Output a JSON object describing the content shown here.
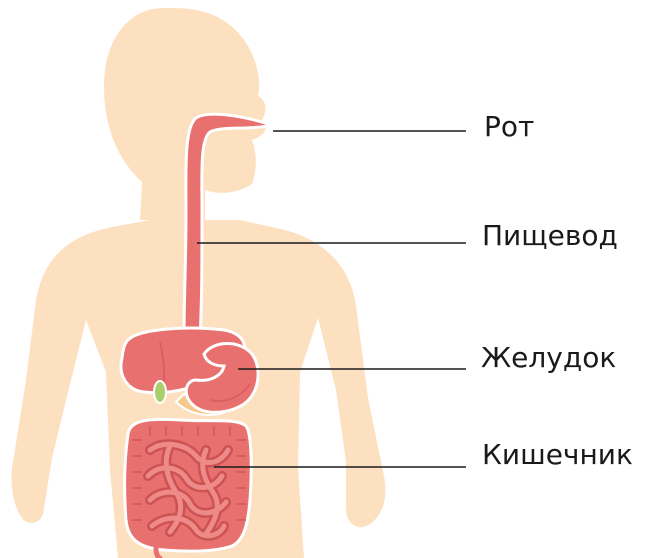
{
  "labels": {
    "mouth": "Рот",
    "esophagus": "Пищевод",
    "stomach": "Желудок",
    "intestine": "Кишечник"
  },
  "colors": {
    "body_silhouette": "#fde0c0",
    "organ": "#e8706f",
    "organ_dark": "#c9504f",
    "organ_outline": "#ffffff",
    "pancreas": "#f6c88c",
    "gallbladder": "#a9cf6a",
    "leader_line": "#1a1a1a",
    "label_text": "#1a1a1a"
  }
}
